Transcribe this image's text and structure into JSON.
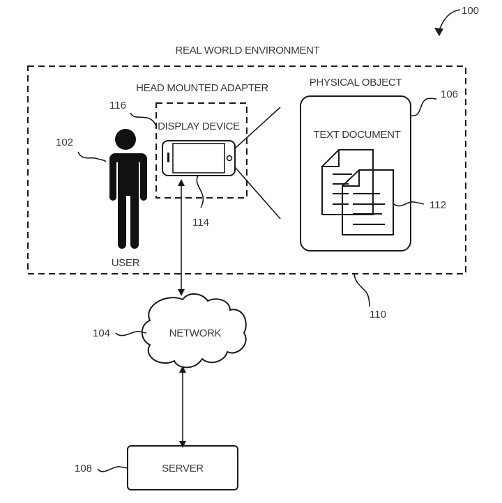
{
  "figure_ref": "100",
  "environment": {
    "title": "REAL WORLD ENVIRONMENT",
    "ref": "110"
  },
  "user": {
    "label": "USER",
    "ref": "102"
  },
  "head_mounted_adapter": {
    "title": "HEAD MOUNTED ADAPTER",
    "ref": "116"
  },
  "display_device": {
    "label": "DISPLAY DEVICE",
    "ref": "114"
  },
  "physical_object": {
    "title": "PHYSICAL OBJECT",
    "ref": "106"
  },
  "text_document": {
    "label": "TEXT DOCUMENT",
    "ref": "112"
  },
  "network": {
    "label": "NETWORK",
    "ref": "104"
  },
  "server": {
    "label": "SERVER",
    "ref": "108"
  },
  "colors": {
    "line": "#1a1a1a",
    "text": "#3a3a3a",
    "background": "#ffffff"
  }
}
